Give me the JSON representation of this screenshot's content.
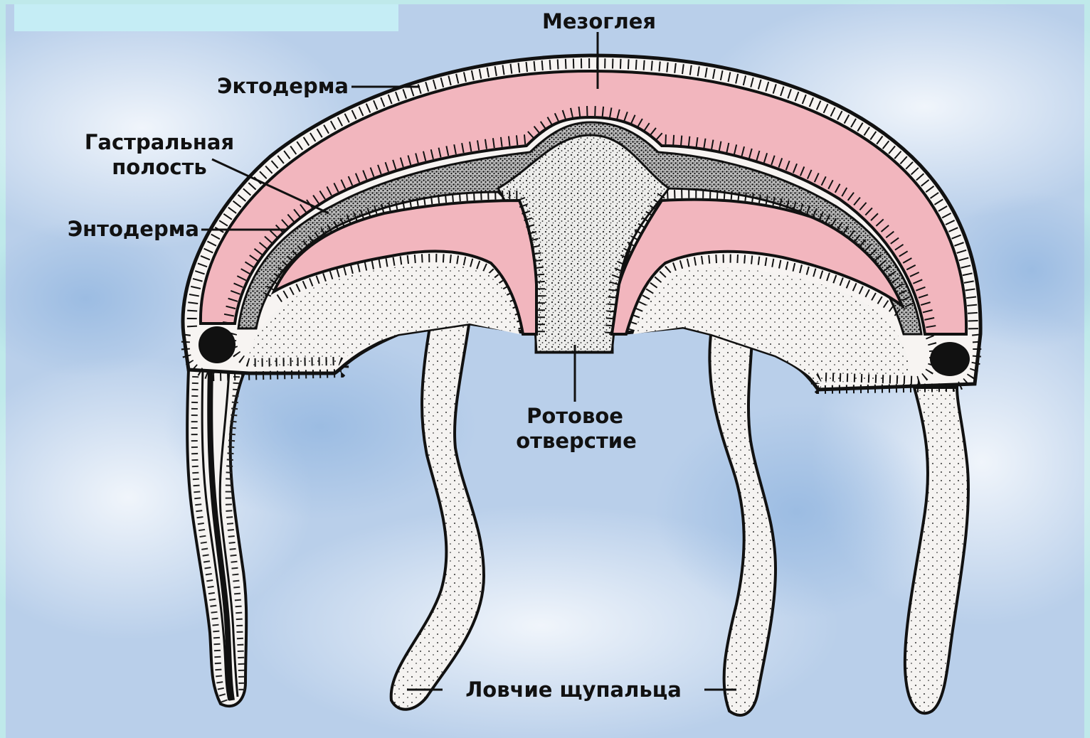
{
  "labels": {
    "mesoglea": "Мезоглея",
    "ectoderm": "Эктодерма",
    "gastral_line1": "Гастральная",
    "gastral_line2": "полость",
    "endoderm": "Энтодерма",
    "mouth_line1": "Ротовое",
    "mouth_line2": "отверстие",
    "tentacles": "Ловчие щупальца"
  },
  "colors": {
    "sky_light": "#e6eff8",
    "sky_dark": "#9ebfe3",
    "frame": "#bfe9ea",
    "mesoglea_pink": "#f2b6be",
    "tissue_white": "#f7f4f2",
    "ink": "#111111",
    "top_bar": "#c5edf5"
  }
}
